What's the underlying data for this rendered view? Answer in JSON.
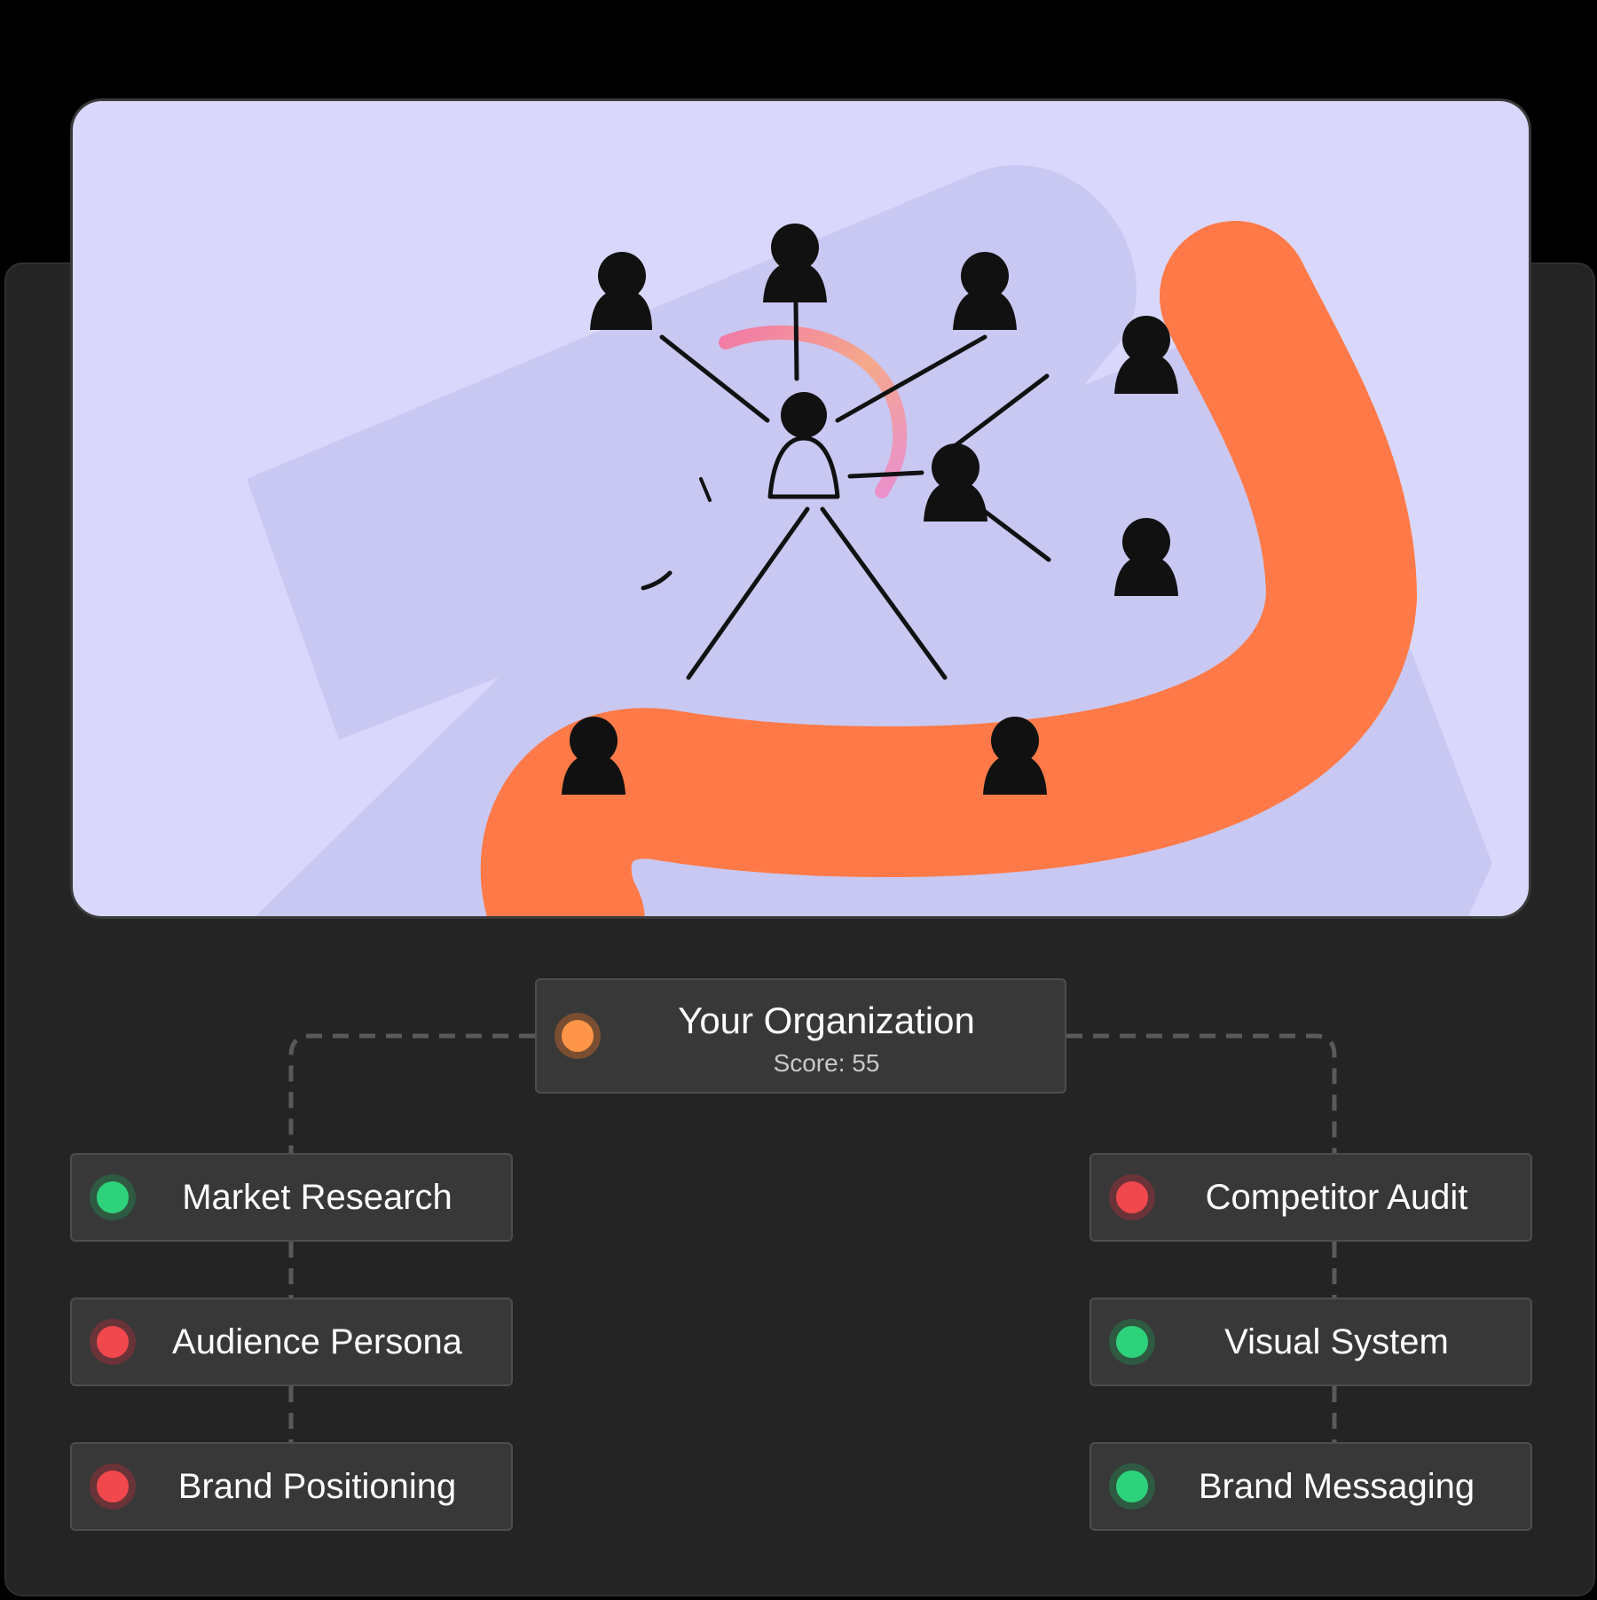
{
  "colors": {
    "background": "#000000",
    "panel": "#242424",
    "hero_background": "#d9d8fc",
    "accent_orange": "#ff7a48",
    "node_background": "#383838",
    "status_good": "#2ed27a",
    "status_bad": "#f0484d",
    "status_warn": "#ff9548"
  },
  "hero": {
    "illustration": "people-network-icon",
    "people_count": 9
  },
  "organization": {
    "title": "Your Organization",
    "score": "Score: 55",
    "status": "warn"
  },
  "left_column": [
    {
      "label": "Market Research",
      "status": "good"
    },
    {
      "label": "Audience Persona",
      "status": "bad"
    },
    {
      "label": "Brand Positioning",
      "status": "bad"
    }
  ],
  "right_column": [
    {
      "label": "Competitor Audit",
      "status": "bad"
    },
    {
      "label": "Visual System",
      "status": "good"
    },
    {
      "label": "Brand Messaging",
      "status": "good"
    }
  ]
}
